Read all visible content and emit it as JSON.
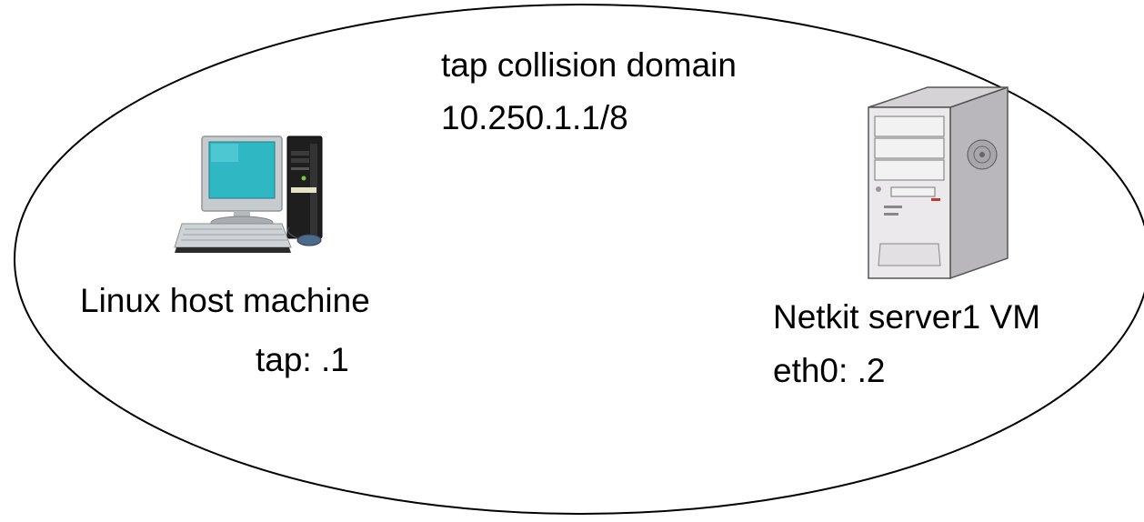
{
  "collision_domain": {
    "name": "tap collision domain",
    "subnet": "10.250.1.1/8",
    "outline_color": "#000000"
  },
  "host": {
    "label": "Linux host machine",
    "interface": "tap: .1",
    "icon": "desktop-computer-icon",
    "colors": {
      "screen": "#2fb7c4",
      "monitor_body": "#c7cbce",
      "tower": "#1e1e1e",
      "keyboard": "#cfd3d6",
      "mouse": "#4d6a8a"
    }
  },
  "server": {
    "label": "Netkit server1 VM",
    "interface": "eth0: .2",
    "icon": "server-tower-icon",
    "colors": {
      "case_front": "#ebe9eb",
      "case_side": "#b9b7bb",
      "accent": "#c0392b"
    }
  }
}
